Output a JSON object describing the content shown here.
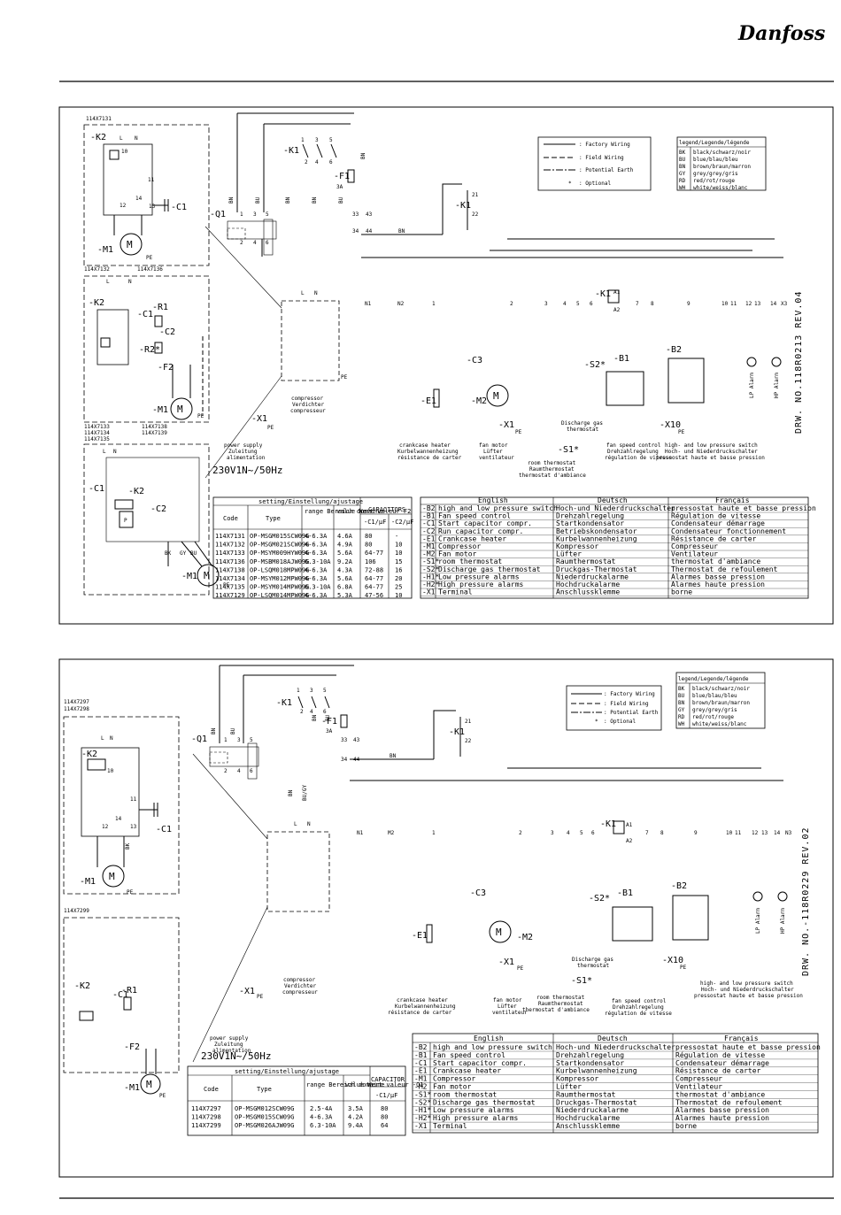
{
  "brand": {
    "logo_text": "Danfoss"
  },
  "legend_wiring": {
    "items": [
      ": Factory Wiring",
      ": Field Wiring",
      ": Potential Earth",
      ": Optional"
    ],
    "star": "*"
  },
  "legend_colors": {
    "title": "legend/Legende/légende",
    "rows": [
      {
        "code": "BK",
        "text": "black/schwarz/noir"
      },
      {
        "code": "BU",
        "text": "blue/blau/bleu"
      },
      {
        "code": "BN",
        "text": "brown/braun/marron"
      },
      {
        "code": "GY",
        "text": "grey/grey/gris"
      },
      {
        "code": "RD",
        "text": "red/rot/rouge"
      },
      {
        "code": "WH",
        "text": "white/weiss/blanc"
      }
    ]
  },
  "diagram1": {
    "drawing_no": "DRW. NO.118R0213 REV.04",
    "models_top": "114X7131",
    "models_mid": [
      "114X7132",
      "114X7136"
    ],
    "models_low": [
      "114X7133",
      "114X7134",
      "114X7135"
    ],
    "models_low2": [
      "114X7138",
      "114X7139"
    ],
    "supply": [
      "power supply",
      "Zuleitung",
      "alimentation"
    ],
    "voltage": "230V1N~/50Hz",
    "compressor": [
      "compressor",
      "Verdichter",
      "compresseur"
    ],
    "crankcase": [
      "crankcase heater",
      "Kurbelwannenheizung",
      "résistance de carter"
    ],
    "fan_motor": [
      "fan motor",
      "Lüfter",
      "ventilateur"
    ],
    "room_thermostat": [
      "room thermostat",
      "Raumthermostat",
      "thermostat d'ambiance"
    ],
    "discharge": [
      "Discharge gas",
      "thermostat"
    ],
    "fan_speed": [
      "fan speed control",
      "Drehzahlregelung",
      "régulation de vitesse"
    ],
    "pressure_switch": [
      "high- and low pressure switch",
      "Hoch- und Niederdruckschalter",
      "pressostat haute et basse pression"
    ],
    "setting_table": {
      "title": "setting/Einstellung/ajustage",
      "capacitors": "CAPACITORS",
      "headers": [
        "Code",
        "Type",
        "range Bereich domaine",
        "value Wert valeur F2",
        "-C1/µF",
        "-C2/µF"
      ],
      "rows": [
        [
          "114X7131",
          "OP-MSGM015SCW09G",
          "4-6.3A",
          "4.6A",
          "80",
          "-"
        ],
        [
          "114X7132",
          "OP-MSGM021SCW09G",
          "4-6.3A",
          "4.9A",
          "80",
          "10"
        ],
        [
          "114X7133",
          "OP-MSYM009HYW09G",
          "4-6.3A",
          "5.6A",
          "64-77",
          "10"
        ],
        [
          "114X7136",
          "OP-MSBM018AJW09G",
          "6.3-10A",
          "9.2A",
          "106",
          "15"
        ],
        [
          "114X7138",
          "OP-LSQM018MPW09G",
          "4-6.3A",
          "4.3A",
          "72-88",
          "16"
        ],
        [
          "114X7134",
          "OP-MSYM012MPW09G",
          "4-6.3A",
          "5.6A",
          "64-77",
          "20"
        ],
        [
          "114X7135",
          "OP-MSYM014MPW09G",
          "6.3-10A",
          "6.8A",
          "64-77",
          "25"
        ],
        [
          "114X7129",
          "OP-LSQM014MPW09G",
          "4-6.3A",
          "5.3A",
          "47-56",
          "10"
        ]
      ]
    }
  },
  "diagram2": {
    "drawing_no": "DRW. NO.-118R0229 REV.02",
    "models_top": [
      "114X7297",
      "114X7298"
    ],
    "models_low": "114X7299",
    "setting_table": {
      "title": "setting/Einstellung/ajustage",
      "capacitor": "CAPACITOR",
      "headers": [
        "Code",
        "Type",
        "range Bereich domaine",
        "value Wert valeur -Q1",
        "-C1/µF"
      ],
      "rows": [
        [
          "114X7297",
          "OP-MSGM012SCW09G",
          "2.5-4A",
          "3.5A",
          "80"
        ],
        [
          "114X7298",
          "OP-MSGM015SCW09G",
          "4-6.3A",
          "4.2A",
          "80"
        ],
        [
          "114X7299",
          "OP-MSGM026AJW09G",
          "6.3-10A",
          "9.4A",
          "64"
        ]
      ]
    }
  },
  "component_table": {
    "headers": [
      "English",
      "Deutsch",
      "Français"
    ],
    "rows": [
      [
        "-B2",
        "high and low pressure switch",
        "Hoch-und Niederdruckschalter",
        "pressostat haute et basse pression"
      ],
      [
        "-B1",
        "Fan speed control",
        "Drehzahlregelung",
        "Régulation de vitesse"
      ],
      [
        "-C1",
        "Start capacitor compr.",
        "Startkondensator",
        "Condensateur démarrage"
      ],
      [
        "-C2",
        "Run capacitor compr.",
        "Betriebskondensator",
        "Condensateur fonctionnement"
      ],
      [
        "-E1",
        "Crankcase heater",
        "Kurbelwannenheizung",
        "Résistance de carter"
      ],
      [
        "-M1",
        "Compressor",
        "Kompressor",
        "Compresseur"
      ],
      [
        "-M2",
        "Fan motor",
        "Lüfter",
        "Ventilateur"
      ],
      [
        "-S1*",
        "room thermostat",
        "Raumthermostat",
        "thermostat d'ambiance"
      ],
      [
        "-S2*",
        "Discharge gas thermostat",
        "Druckgas-Thermostat",
        "Thermostat de refoulement"
      ],
      [
        "-H1*",
        "Low pressure alarms",
        "Niederdruckalarme",
        "Alarmes basse pression"
      ],
      [
        "-H2*",
        "High pressure alarms",
        "Hochdruckalarme",
        "Alarmes haute pression"
      ],
      [
        "-X1",
        "Terminal",
        "Anschlussklemme",
        "borne"
      ]
    ]
  },
  "component_table2_rows": [
    [
      "-B2",
      "high and low pressure switch",
      "Hoch-und Niederdruckschalter",
      "pressostat haute et basse pression"
    ],
    [
      "-B1",
      "Fan speed control",
      "Drehzahlregelung",
      "Régulation de vitesse"
    ],
    [
      "-C1",
      "Start capacitor compr.",
      "Startkondensator",
      "Condensateur démarrage"
    ],
    [
      "-E1",
      "Crankcase heater",
      "Kurbelwannenheizung",
      "Résistance de carter"
    ],
    [
      "-M1",
      "Compressor",
      "Kompressor",
      "Compresseur"
    ],
    [
      "-M2",
      "Fan motor",
      "Lüfter",
      "Ventilateur"
    ],
    [
      "-S1*",
      "room thermostat",
      "Raumthermostat",
      "thermostat d'ambiance"
    ],
    [
      "-S2*",
      "Discharge gas thermostat",
      "Druckgas-Thermostat",
      "Thermostat de refoulement"
    ],
    [
      "-H1*",
      "Low pressure alarms",
      "Niederdruckalarme",
      "Alarmes basse pression"
    ],
    [
      "-H2*",
      "High pressure alarms",
      "Hochdruckalarme",
      "Alarmes haute pression"
    ],
    [
      "-X1",
      "Terminal",
      "Anschlussklemme",
      "borne"
    ]
  ],
  "labels": {
    "K1": "-K1",
    "K2": "-K2",
    "K17": "-K1?",
    "F1": "-F1",
    "F2": "-F2",
    "Q1": "-Q1",
    "C1": "-C1",
    "C2": "-C2",
    "C3": "-C3",
    "R1": "-R1",
    "R2": "-R2*",
    "M1": "-M1",
    "M2": "-M2",
    "E1": "-E1",
    "X1": "-X1",
    "X10": "-X10",
    "S1": "-S1*",
    "S2": "-S2*",
    "B1": "-B1",
    "B2": "-B2",
    "PE": "PE",
    "LP": "LP Alarm",
    "HP": "HP Alarm",
    "BN": "BN",
    "BU": "BU",
    "BK": "BK",
    "GY": "GY",
    "BUGY": "BU/GY",
    "L": "L",
    "N": "N",
    "amp": "3A",
    "t21": "21",
    "t22": "22",
    "t33": "33",
    "t34": "34",
    "t43": "43",
    "t44": "44",
    "A1": "A1",
    "A2": "A2"
  }
}
